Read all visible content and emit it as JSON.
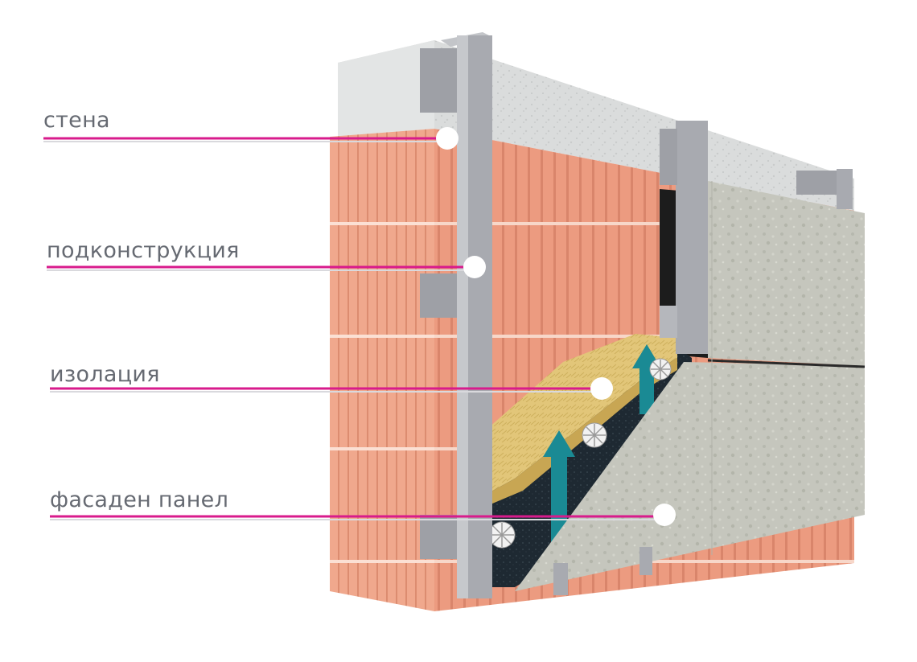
{
  "labels": {
    "wall": "стена",
    "substructure": "подконструкция",
    "insulation": "изолация",
    "facade_panel": "фасаден панел"
  },
  "colors": {
    "leader_line": "#d81b8c",
    "brick": "#e8967a",
    "concrete": "#d9dcdc",
    "profile": "#a9abb0",
    "insulation": "#e3c77a",
    "membrane": "#1f2a33",
    "arrow": "#1a8a94",
    "panel": "#c4c4bc"
  }
}
